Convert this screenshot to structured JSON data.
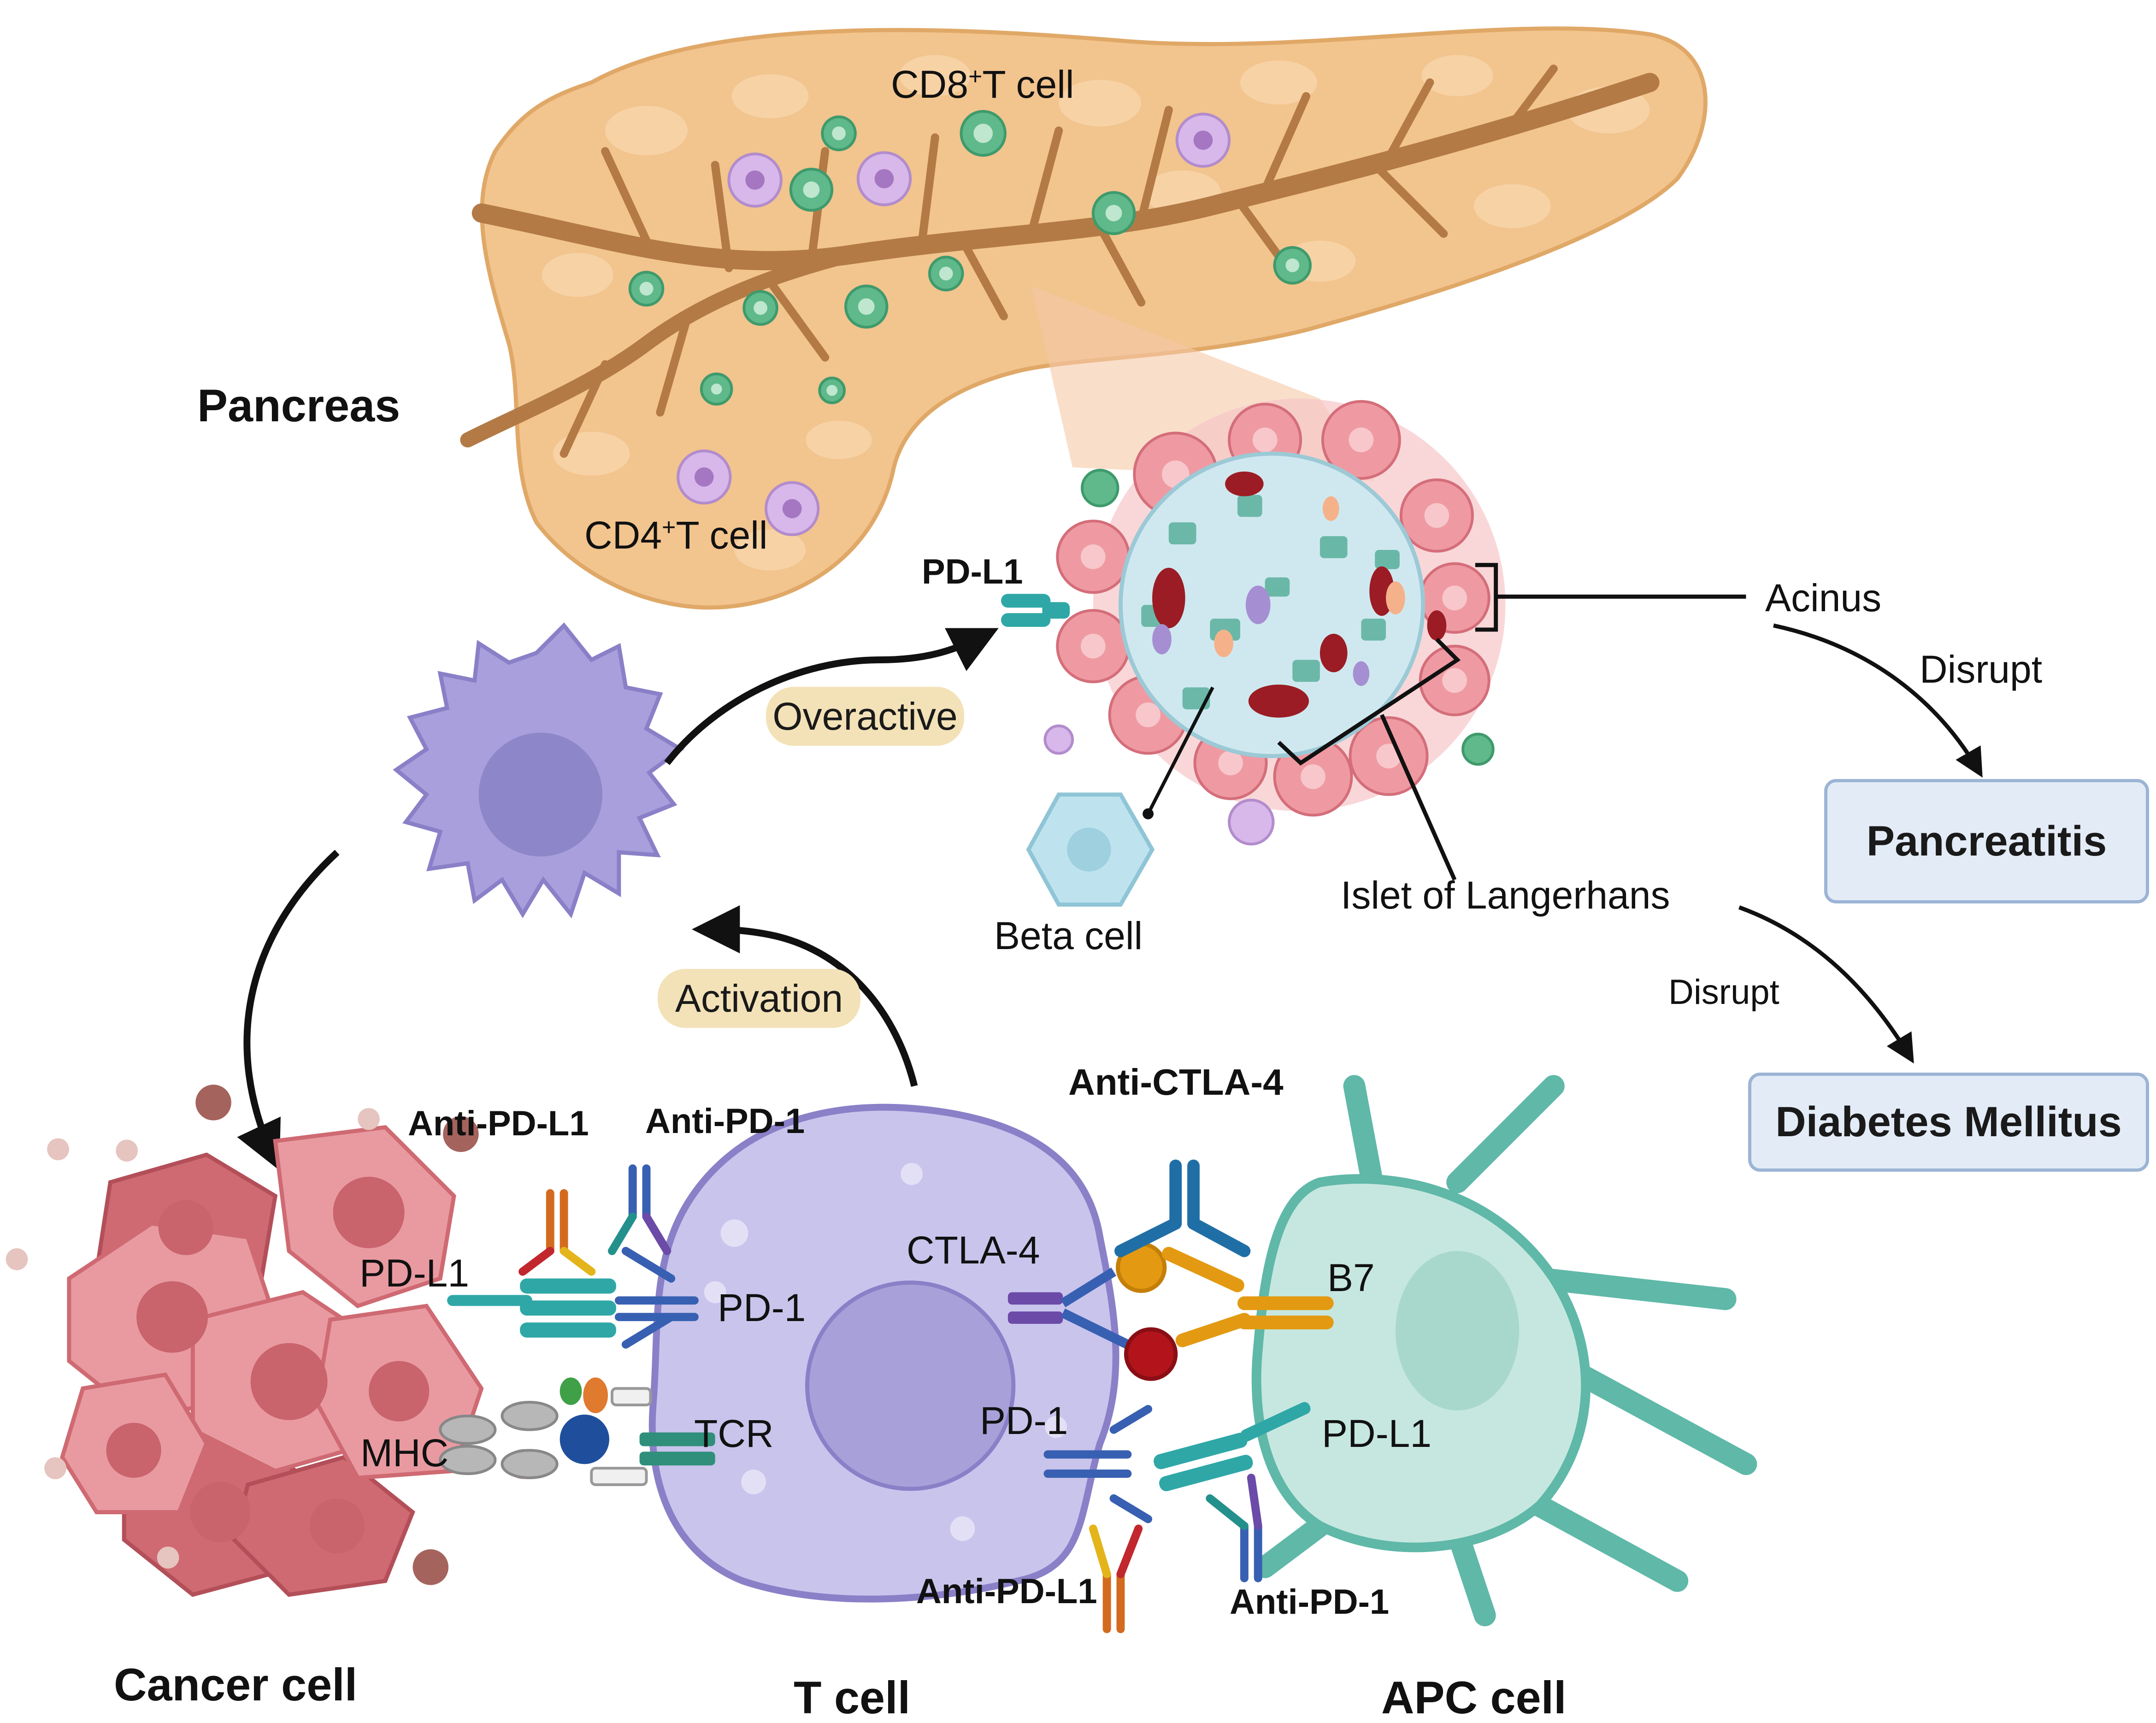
{
  "labels": {
    "pancreas": "Pancreas",
    "cd8_prefix": "CD8",
    "cd8_sup": "+",
    "cd8_suffix": "T cell",
    "cd4_prefix": "CD4",
    "cd4_sup": "+",
    "cd4_suffix": "T cell",
    "pd_l1_top": "PD-L1",
    "overactive": "Overactive",
    "activation": "Activation",
    "acinus": "Acinus",
    "disrupt_1": "Disrupt",
    "disrupt_2": "Disrupt",
    "pancreatitis": "Pancreatitis",
    "diabetes": "Diabetes Mellitus",
    "beta_cell": "Beta cell",
    "islet": "Islet of Langerhans",
    "anti_pd_l1_a": "Anti-PD-L1",
    "anti_pd_1_a": "Anti-PD-1",
    "pd_l1_cancer": "PD-L1",
    "pd_1_tcell": "PD-1",
    "mhc": "MHC",
    "tcr": "TCR",
    "anti_ctla4": "Anti-CTLA-4",
    "ctla4": "CTLA-4",
    "b7": "B7",
    "pd_1_right": "PD-1",
    "pd_l1_apc": "PD-L1",
    "anti_pd_l1_b": "Anti-PD-L1",
    "anti_pd_1_b": "Anti-PD-1",
    "cancer_cell": "Cancer cell",
    "t_cell": "T cell",
    "apc_cell": "APC cell"
  },
  "colors": {
    "pancreas": "#f2c48e",
    "duct": "#b37a45",
    "cd8_cell": "#5fb98a",
    "cd4_cell": "#c9a0dc",
    "dendritic": "#a89fdc",
    "cancer": "#e08a8f",
    "t_cell": "#bdb5e6",
    "apc": "#a8d8cc",
    "box_fill": "#e3ebf6",
    "box_border": "#9cb4d4",
    "pill": "#f3e2b8"
  },
  "icons": [
    "pancreas-organ",
    "dendritic-cell",
    "cancer-cell-cluster",
    "t-cell",
    "apc-cell",
    "islet-of-langerhans",
    "beta-cell",
    "antibody",
    "receptor"
  ]
}
